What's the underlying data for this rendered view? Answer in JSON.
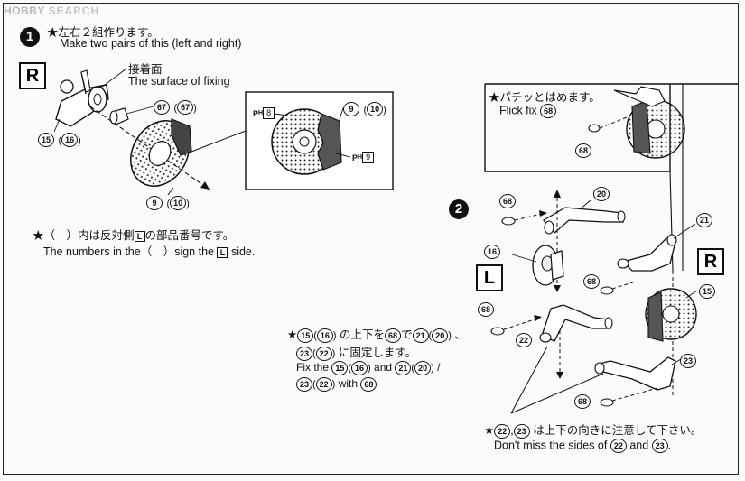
{
  "watermark": {
    "brand": "HOBBY",
    "suffix": "SEARCH"
  },
  "step1": {
    "number": "1",
    "jp": "★左右２組作ります。",
    "en": "Make two pairs of this (left and right)",
    "side": "R",
    "surface_jp": "接着面",
    "surface_en": "The surface of fixing",
    "part_15": "15",
    "part_16": "16",
    "part_67a": "67",
    "part_67b": "67",
    "part_9": "9",
    "part_10": "10",
    "detail_part_9": "9",
    "detail_part_10": "10",
    "ph_label": "P",
    "ph_sub": "H",
    "ph8": "8",
    "ph9": "9",
    "note_jp_1": "★（　）内は反対側",
    "note_jp_L": "L",
    "note_jp_2": "の部品番号です。",
    "note_en_1": "The numbers in the（　）sign the",
    "note_en_L": "L",
    "note_en_2": "side."
  },
  "step2": {
    "number": "2",
    "flick_jp": "★パチッとはめます。",
    "flick_en": "Flick fix",
    "flick_part": "68",
    "side_L": "L",
    "side_R": "R",
    "parts": {
      "p68a": "68",
      "p68b": "68",
      "p68c": "68",
      "p68d": "68",
      "p68e": "68",
      "p20": "20",
      "p21": "21",
      "p16": "16",
      "p15": "15",
      "p22": "22",
      "p23": "23"
    },
    "fix_jp_line1": {
      "star": "★",
      "a": "15",
      "b": "16",
      "t1": "の上下を",
      "c": "68",
      "t2": "で",
      "d": "21",
      "e": "20",
      "t3": "、"
    },
    "fix_jp_line2": {
      "a": "23",
      "b": "22",
      "t": "に固定します。"
    },
    "fix_en_line1": {
      "t1": "Fix the",
      "a": "15",
      "b": "16",
      "t2": "and",
      "c": "21",
      "d": "20",
      "t3": "/"
    },
    "fix_en_line2": {
      "a": "23",
      "b": "22",
      "t": "with",
      "c": "68"
    },
    "miss_jp": {
      "star": "★",
      "a": "22",
      "b": "23",
      "t": "は上下の向きに注意して下さい。"
    },
    "miss_en": {
      "t1": "Don't miss the sides of",
      "a": "22",
      "t2": "and",
      "b": "23"
    }
  }
}
